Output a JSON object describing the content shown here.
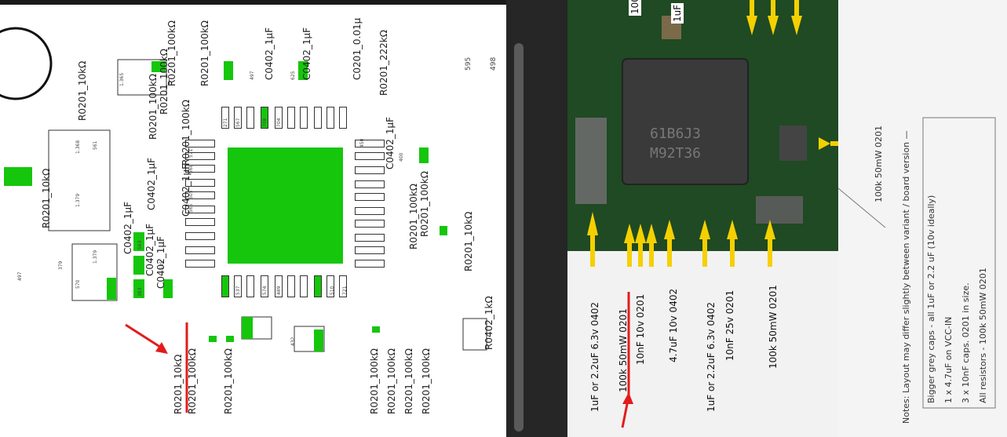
{
  "schematic": {
    "top_labels": [
      "R0201_100kΩ",
      "R0201_100kΩ",
      "C0402_1µF",
      "C0402_1µF",
      "C0201_0.01µ",
      "R0201_222kΩ",
      "R0201_10kΩ",
      "R0201_100kΩ",
      "R0201_100kΩ",
      "R0201_100kΩ",
      "C0402_1µF"
    ],
    "left_labels": [
      "R0201_10kΩ",
      "C0402_1µF",
      "C0402_1µF",
      "C0402_1µF",
      "C0402_1µF"
    ],
    "right_labels": [
      "R0201_100kΩ",
      "R0201_100kΩ",
      "R0201_10kΩ",
      "C0402_1µF"
    ],
    "bottom_labels": [
      "R0201_10kΩ",
      "R0201_100kΩ",
      "R0201_100kΩ",
      "R0201_100kΩ",
      "R0201_100kΩ",
      "R0201_100kΩ",
      "R0201_100kΩ",
      "R0402_1kΩ"
    ],
    "pad_codes": [
      "1.365",
      "595",
      "498",
      "497",
      "625",
      "561",
      "1.368",
      "1.379",
      "570",
      "1.379",
      "379",
      "497",
      "563",
      "535",
      "363",
      "568",
      "505",
      "565",
      "450",
      "400",
      "537",
      "574",
      "489",
      "432",
      "510",
      "721",
      "708",
      "704",
      "567",
      "271",
      "571"
    ],
    "marker_color": "#e31b1b"
  },
  "photo": {
    "chip_code": [
      "M92T36",
      "61B6J3"
    ],
    "bottom_labels": [
      "1uF or 2.2uF 6.3v 0402",
      "100k 50mW 0201",
      "10nF 10v 0201",
      "4.7uF 10v 0402",
      "1uF or 2.2uF 6.3v 0402",
      "10nF 25v 0201",
      "100k 50mW 0201"
    ],
    "right_label": "100k 50mW 0201",
    "top_labels": [
      "100",
      "1uF"
    ]
  },
  "notes": {
    "title": "Notes: Layout may differ slightly between variant / board version —",
    "lines": [
      "Bigger grey caps - all 1uF or 2.2 uF (10v ideally)",
      "1 x 4.7uF on VCC-IN",
      "3 x 10nF caps. 0201 in size.",
      "All resistors - 100k 50mW 0201"
    ]
  }
}
